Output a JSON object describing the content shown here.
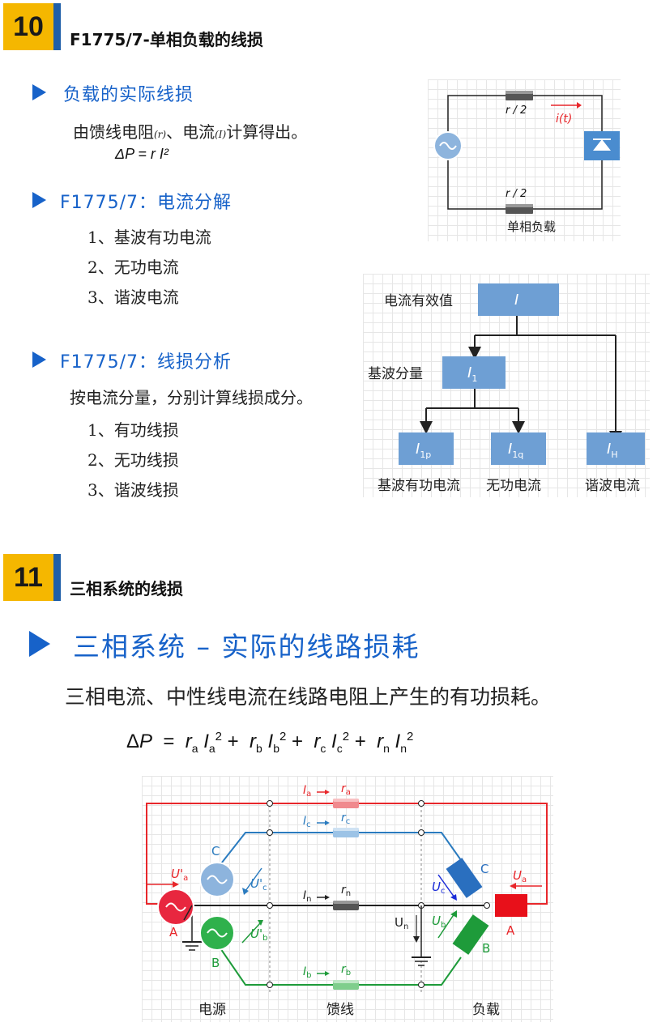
{
  "section10": {
    "number": "10",
    "title": "F1775/7-单相负载的线损",
    "bullet1": "负载的实际线损",
    "text1_a": "由馈线电阻",
    "text1_r": "(r)",
    "text1_b": "、电流",
    "text1_i": "(I)",
    "text1_c": "计算得出。",
    "formula1": "ΔP = r I²",
    "bullet2": "F1775/7：电流分解",
    "list2": [
      "1、基波有功电流",
      "2、无功电流",
      "3、谐波电流"
    ],
    "bullet3": "F1775/7：线损分析",
    "text3": "按电流分量，分别计算线损成分。",
    "list3": [
      "1、有功线损",
      "2、无功线损",
      "3、谐波线损"
    ],
    "circuit": {
      "r_top": "r / 2",
      "r_bottom": "r / 2",
      "current": "i(t)",
      "caption": "单相负载"
    },
    "tree": {
      "root_label": "电流有效值",
      "root": "I",
      "mid_label": "基波分量",
      "mid": "I",
      "mid_sub": "1",
      "leaf1": "I",
      "leaf1_sub": "1p",
      "leaf2": "I",
      "leaf2_sub": "1q",
      "leaf3": "I",
      "leaf3_sub": "H",
      "leaf1_label": "基波有功电流",
      "leaf2_label": "无功电流",
      "leaf3_label": "谐波电流"
    }
  },
  "section11": {
    "number": "11",
    "title": "三相系统的线损",
    "bullet": "三相系统 – 实际的线路损耗",
    "text": "三相电流、中性线电流在线路电阻上产生的有功损耗。",
    "formula": "ΔP  =  ra Ia² + rb Ib² + rc Ic² + rn In²",
    "diagram": {
      "Ia": "Ia",
      "ra": "ra",
      "Ic": "Ic",
      "rc": "rc",
      "In": "In",
      "rn": "rn",
      "Ib": "Ib",
      "rb": "rb",
      "Ua_src": "U'a",
      "Uc_src": "U'c",
      "Ub_src": "U'b",
      "Ua_load": "Ua",
      "Uc_load": "Uc",
      "Ub_load": "Ub",
      "Un": "Un",
      "A_src": "A",
      "B_src": "B",
      "C_src": "C",
      "A_load": "A",
      "B_load": "B",
      "C_load": "C",
      "label_source": "电源",
      "label_feeder": "馈线",
      "label_load": "负载"
    },
    "colors": {
      "phase_a": "#e8272b",
      "phase_b": "#1e9b3a",
      "phase_c": "#2a7bbf",
      "neutral": "#222222"
    }
  }
}
